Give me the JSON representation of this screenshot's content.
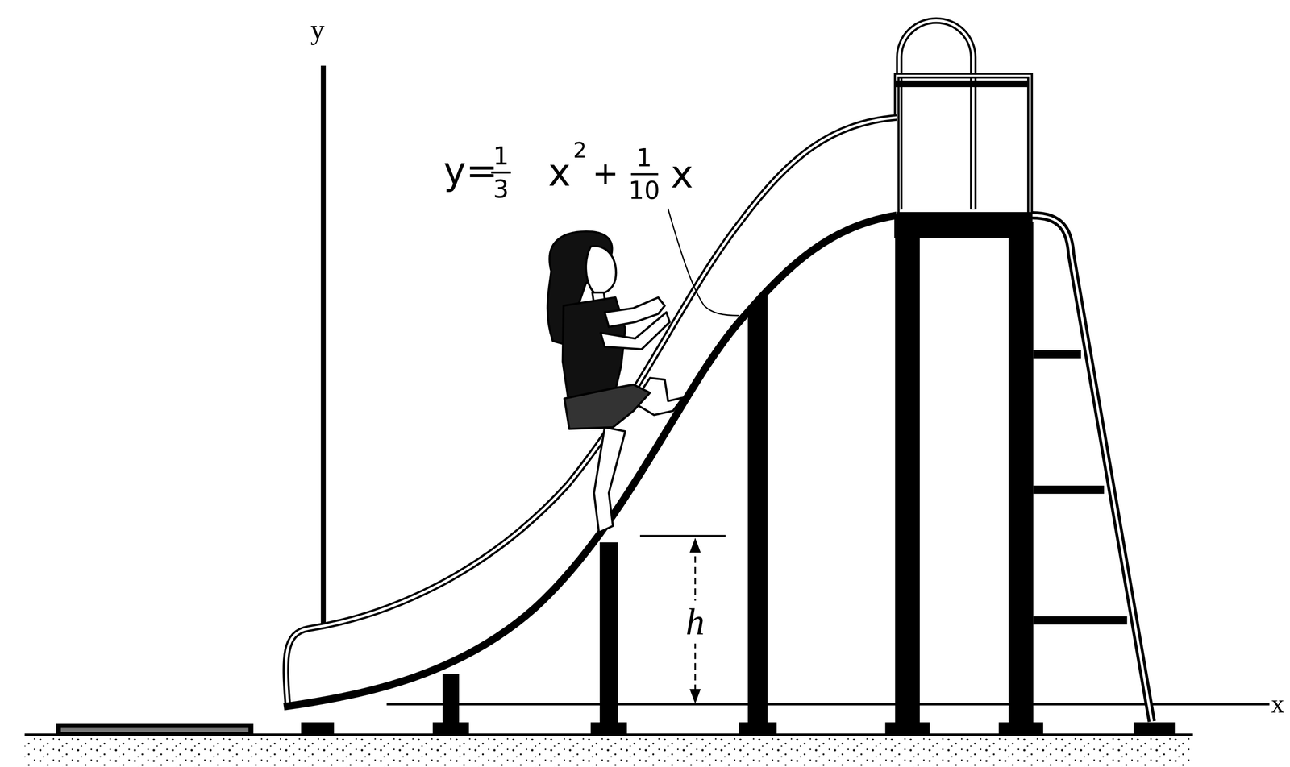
{
  "diagram": {
    "labels": [
      "y",
      "y=",
      "1",
      "3",
      "x",
      "2",
      "+",
      "1",
      "10",
      "x",
      "h",
      "x"
    ]
  }
}
